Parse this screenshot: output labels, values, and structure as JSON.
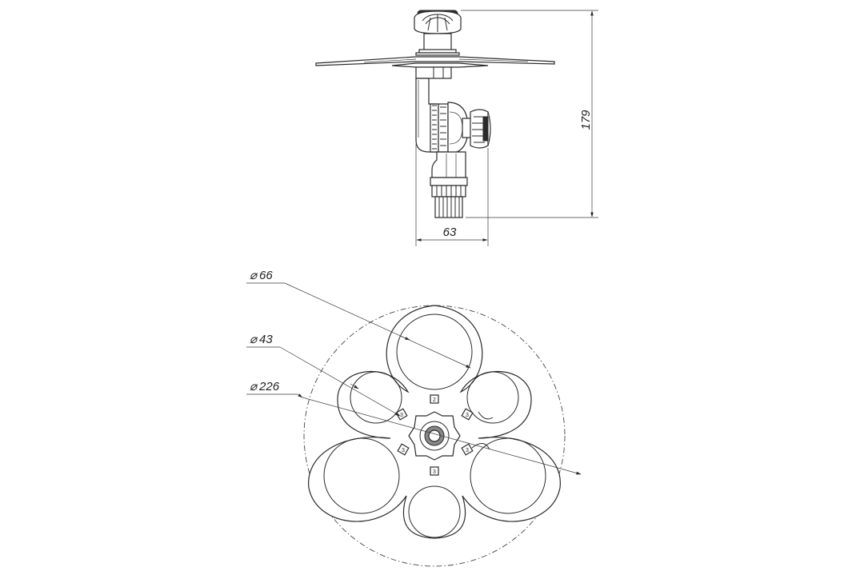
{
  "dimensions": {
    "height": "179",
    "width": "63",
    "large_opening": "66",
    "small_opening": "43",
    "overall": "226"
  },
  "diameter_symbol": "⌀",
  "nozzle_marks": [
    "2",
    "3",
    "3",
    "3",
    "3",
    "3"
  ],
  "colors": {
    "line": "#2a2a2a",
    "background": "#ffffff"
  }
}
